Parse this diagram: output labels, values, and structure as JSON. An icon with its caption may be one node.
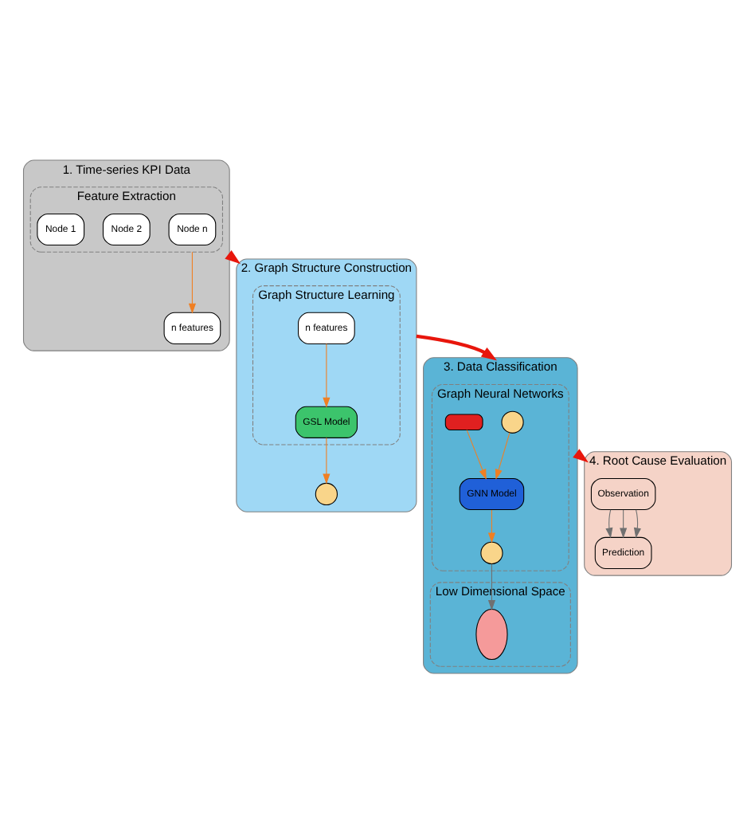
{
  "diagram": {
    "nodes": [
      {
        "text": [
          "1. Time-series KPI Data"
        ]
      },
      {
        "text": [
          "Feature Extraction"
        ],
        "in": 0
      },
      {
        "text": [
          "Node n"
        ],
        "in": 1
      },
      {
        "text": [
          "Node 2"
        ],
        "in": 1
      },
      {
        "text": [
          "Node 1"
        ],
        "in": 1
      },
      {
        "text": [
          "n features"
        ],
        "in": 0
      },
      {
        "text": [
          "2. Graph Structure Construction"
        ]
      },
      {
        "text": [
          "Graph Structure Learning"
        ],
        "in": 6
      },
      {
        "text": [
          "n features"
        ],
        "in": 7
      },
      {
        "text": [
          "GSL Model"
        ],
        "in": 7
      },
      {
        "text": [],
        "shape": "circle",
        "in": 6
      },
      {
        "text": [
          "3. Data Classification"
        ]
      },
      {
        "text": [
          "Graph Neural Networks"
        ],
        "in": 11
      },
      {
        "text": [],
        "shape": "circle",
        "in": 12
      },
      {
        "text": [],
        "shape": "bar",
        "in": 12
      },
      {
        "text": [
          "GNN Model"
        ],
        "in": 12
      },
      {
        "text": [],
        "shape": "circle",
        "in": 12
      },
      {
        "text": [
          "Low Dimensional Space"
        ],
        "in": 11
      },
      {
        "text": [],
        "shape": "ellipse",
        "in": 17
      },
      {
        "text": [
          "4. Root Cause Evaluation"
        ]
      },
      {
        "text": [
          "Observation"
        ],
        "in": 19
      },
      {
        "text": [
          "Prediction"
        ],
        "in": 19
      }
    ],
    "edges": [
      {
        "from": 1,
        "to": 5,
        "arrow": "to",
        "color": "#f07f22"
      },
      {
        "from": 0,
        "to": 6,
        "arrow": "to",
        "style": "thick",
        "color": "#e8160c"
      },
      {
        "from": 8,
        "to": 9,
        "arrow": "to",
        "color": "#f07f22"
      },
      {
        "from": 9,
        "to": 10,
        "arrow": "to",
        "color": "#f07f22"
      },
      {
        "from": 6,
        "to": 11,
        "arrow": "to",
        "style": "thick",
        "color": "#e8160c"
      },
      {
        "from": 13,
        "to": 15,
        "arrow": "to",
        "color": "#f07f22"
      },
      {
        "from": 14,
        "to": 15,
        "arrow": "to",
        "color": "#f07f22"
      },
      {
        "from": 15,
        "to": 16,
        "arrow": "to",
        "color": "#f07f22"
      },
      {
        "from": 16,
        "to": 18,
        "arrow": "to",
        "color": "#707070"
      },
      {
        "from": 11,
        "to": 19,
        "arrow": "to",
        "style": "thick",
        "color": "#e8160c"
      },
      {
        "from": 20,
        "to": 21,
        "arrow": "to",
        "color": "#707070"
      },
      {
        "from": 20,
        "to": 21,
        "arrow": "to",
        "color": "#707070"
      },
      {
        "from": 20,
        "to": 21,
        "arrow": "to",
        "color": "#707070"
      }
    ]
  }
}
